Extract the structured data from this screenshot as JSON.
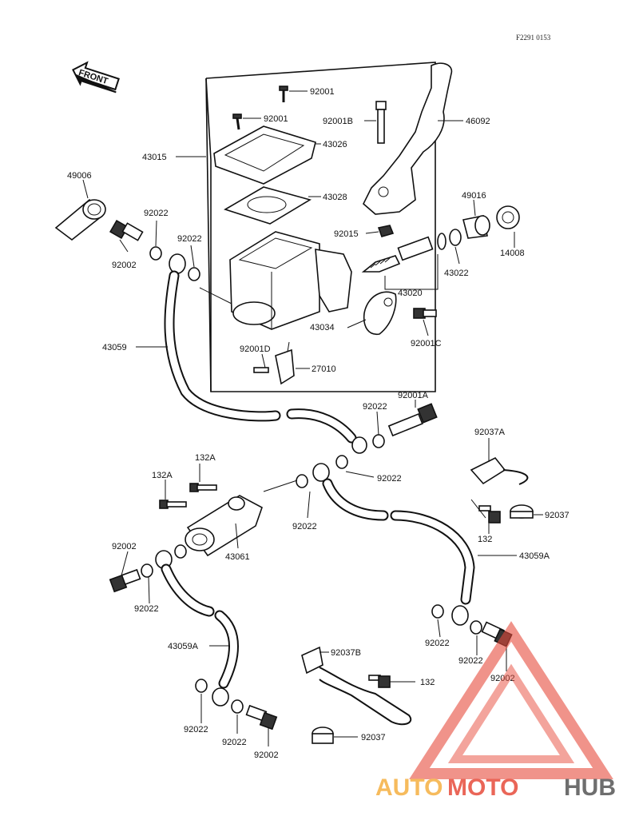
{
  "ref_code": "F2291 0153",
  "front_label": "FRONT",
  "labels": {
    "p92001_a": "92001",
    "p92001_b": "92001",
    "p92001B": "92001B",
    "p46092": "46092",
    "p43015": "43015",
    "p43026": "43026",
    "p43028": "43028",
    "p49006": "49006",
    "p92022_a": "92022",
    "p92022_b": "92022",
    "p92002_a": "92002",
    "p49016": "49016",
    "p92015": "92015",
    "p14008": "14008",
    "p43022": "43022",
    "p43020": "43020",
    "p43034": "43034",
    "p92001C": "92001C",
    "p43059": "43059",
    "p92001D": "92001D",
    "p27010": "27010",
    "p92022_c": "92022",
    "p92001A": "92001A",
    "p92037A": "92037A",
    "p92022_d": "92022",
    "p132A_a": "132A",
    "p132A_b": "132A",
    "p92022_e": "92022",
    "p92037_a": "92037",
    "p132_a": "132",
    "p43061": "43061",
    "p43059A_a": "43059A",
    "p92002_b": "92002",
    "p92022_f": "92022",
    "p92022_g": "92022",
    "p92022_h": "92022",
    "p92002_c": "92002",
    "p43059A_b": "43059A",
    "p92037B": "92037B",
    "p132_b": "132",
    "p92022_i": "92022",
    "p92022_j": "92022",
    "p92002_d": "92002",
    "p92037_b": "92037"
  },
  "watermark": {
    "part1": "AUTO",
    "part2": "MOTO",
    "part3": "HUB",
    "color_red": "#e74c3c",
    "color_orange": "#f5b041",
    "color_gray": "#555555"
  }
}
